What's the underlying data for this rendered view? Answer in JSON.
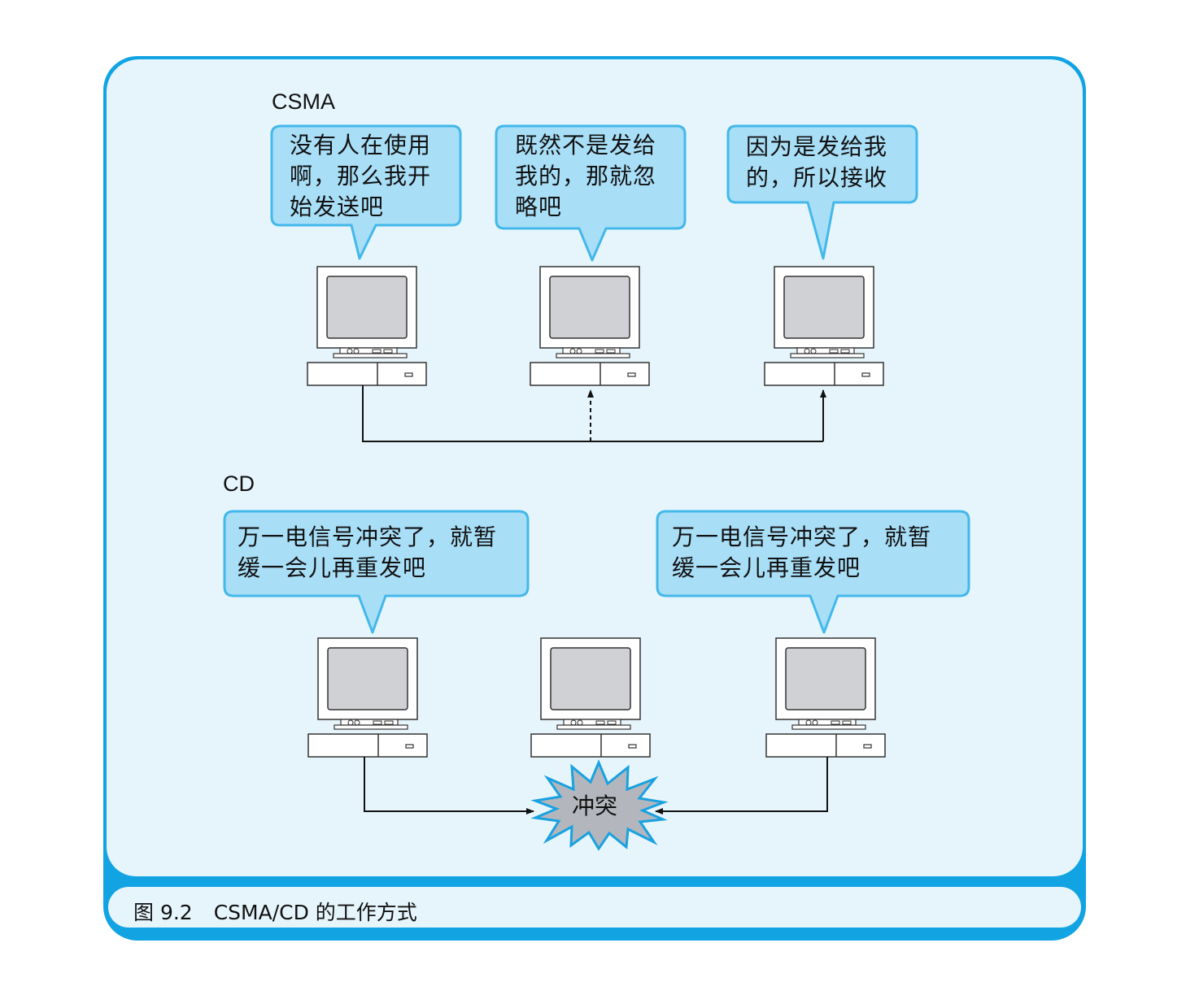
{
  "sections": {
    "csma": {
      "label": "CSMA",
      "bubbles": [
        {
          "text": "没有人在使用\n啊，那么我开\n始发送吧"
        },
        {
          "text": "既然不是发给\n我的，那就忽\n略吧"
        },
        {
          "text": "因为是发给我\n的，所以接收"
        }
      ]
    },
    "cd": {
      "label": "CD",
      "bubbles": [
        {
          "text": "万一电信号冲突了，就暂\n缓一会儿再重发吧"
        },
        {
          "text": "万一电信号冲突了，就暂\n缓一会儿再重发吧"
        }
      ],
      "collision_label": "冲突"
    }
  },
  "caption": {
    "number": "图 9.2",
    "title": "CSMA/CD 的工作方式"
  },
  "colors": {
    "frame": "#12a3e3",
    "panel": "#e6f5fc",
    "bubble_fill": "#a9def7",
    "bubble_border": "#43b8ea",
    "collision_fill": "#b3b7bd",
    "collision_stroke": "#1aa1e0"
  }
}
